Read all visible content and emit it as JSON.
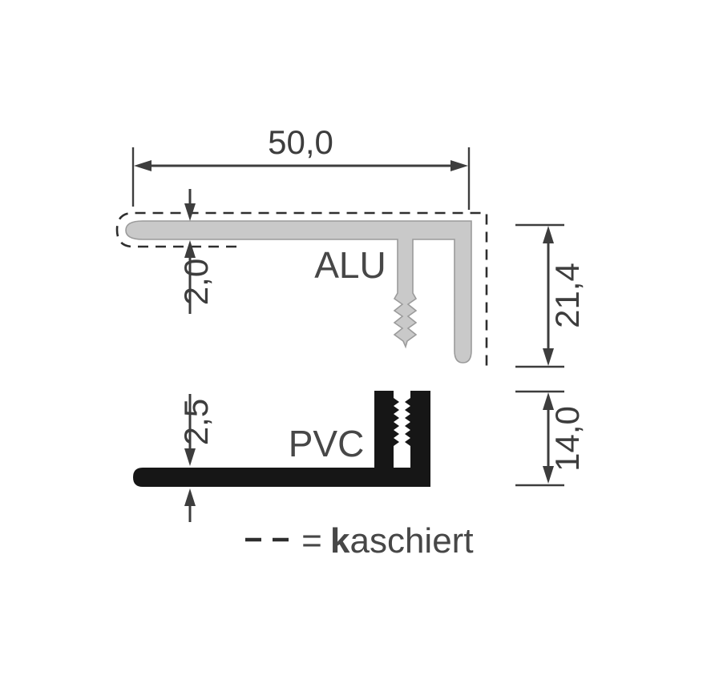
{
  "dims": {
    "top_width": "50,0",
    "alu_thickness": "2,0",
    "alu_height": "21,4",
    "pvc_thickness": "2,5",
    "pvc_height": "14,0"
  },
  "labels": {
    "alu": "ALU",
    "pvc": "PVC"
  },
  "legend": {
    "equals": "=",
    "term_initial": "k",
    "term_rest": "aschiert"
  },
  "colors": {
    "alu_fill": "#c9c9c9",
    "alu_stroke": "#9b9b9b",
    "pvc_fill": "#161616",
    "dimension": "#3d3d3d"
  }
}
